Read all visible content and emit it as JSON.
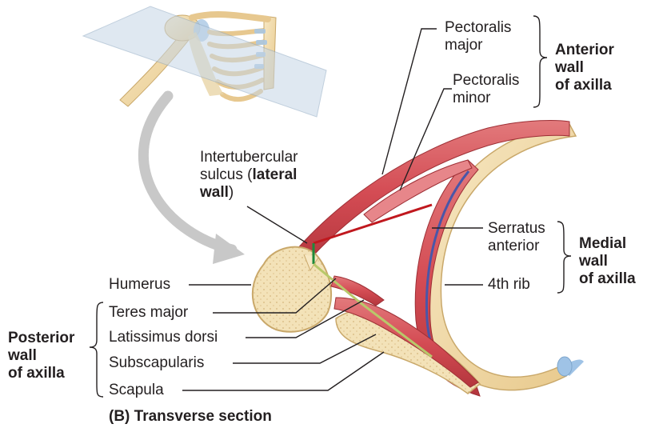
{
  "labels": {
    "pectoralis_major": [
      "Pectoralis",
      "major"
    ],
    "pectoralis_minor": [
      "Pectoralis",
      "minor"
    ],
    "intertubercular": [
      "Intertubercular",
      "sulcus (",
      "lateral",
      "wall",
      ")"
    ],
    "serratus_anterior": [
      "Serratus",
      "anterior"
    ],
    "fourth_rib": "4th rib",
    "humerus": "Humerus",
    "teres_major": "Teres major",
    "latissimus_dorsi": "Latissimus dorsi",
    "subscapularis": "Subscapularis",
    "scapula": "Scapula"
  },
  "groups": {
    "anterior_wall": [
      "Anterior",
      "wall",
      "of axilla"
    ],
    "medial_wall": [
      "Medial",
      "wall",
      "of axilla"
    ],
    "posterior_wall": [
      "Posterior",
      "wall",
      "of axilla"
    ]
  },
  "caption": "(B) Transverse section",
  "colors": {
    "muscle": "#d9545a",
    "muscle_dark": "#b3383f",
    "bone": "#f1dcaa",
    "bone_edge": "#c9a86a",
    "plane": "#c6d6e6",
    "leader": "#231f20",
    "arrow": "#c9c9c9",
    "wall_red": "#c0181e",
    "wall_green": "#1e8a3a",
    "wall_blue": "#4a56a8",
    "cartilage": "#9fc3e6"
  }
}
